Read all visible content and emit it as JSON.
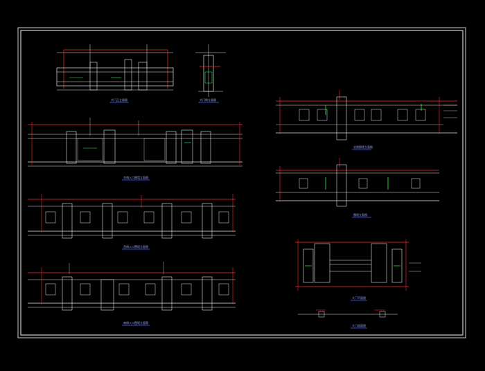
{
  "drawing": {
    "colors": {
      "background": "#000000",
      "frame": "#cfcfcf",
      "white_line": "#e6e6e6",
      "red_line": "#ff2a2a",
      "green_line": "#2aff4a",
      "title_text": "#9aa6ff",
      "title_underline": "#4b63ff"
    },
    "views": [
      {
        "id": "v1",
        "title": "大门正立面图"
      },
      {
        "id": "v2",
        "title": "大门侧立面图"
      },
      {
        "id": "v3",
        "title": "东侧入口围墙立面图"
      },
      {
        "id": "v4",
        "title": "西侧入口围墙立面图"
      },
      {
        "id": "v5",
        "title": "南侧入口围墙立面图"
      },
      {
        "id": "v6",
        "title": "北侧围墙立面图"
      },
      {
        "id": "v7",
        "title": "围墙立面图"
      },
      {
        "id": "v8",
        "title": "大门平面图"
      },
      {
        "id": "v9",
        "title": "大门剖面图"
      }
    ]
  }
}
